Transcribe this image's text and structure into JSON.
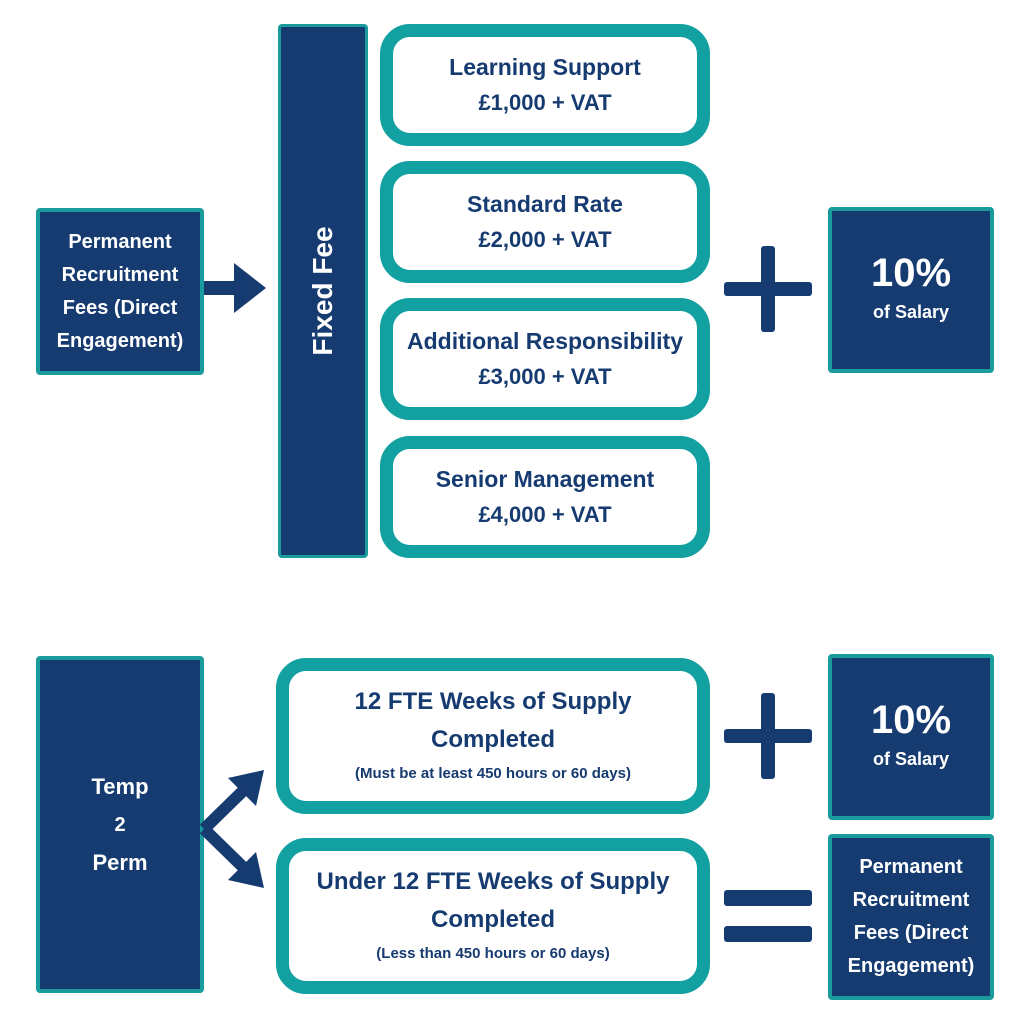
{
  "section_direct": {
    "source_box": {
      "lines": [
        "Permanent",
        "Recruitment",
        "Fees (Direct",
        "Engagement)"
      ]
    },
    "fixed_fee_label": "Fixed Fee",
    "tiers": [
      {
        "name": "Learning Support",
        "fee": "£1,000 + VAT"
      },
      {
        "name": "Standard Rate",
        "fee": "£2,000 + VAT"
      },
      {
        "name": "Additional Responsibility",
        "fee": "£3,000 + VAT"
      },
      {
        "name": "Senior Management",
        "fee": "£4,000 + VAT"
      }
    ],
    "percent_box": {
      "value": "10%",
      "label": "of Salary"
    }
  },
  "section_temp2perm": {
    "source_box": {
      "lines": [
        "Temp",
        "2",
        "Perm"
      ]
    },
    "options": [
      {
        "title_lines": [
          "12 FTE Weeks of Supply",
          "Completed"
        ],
        "note": "(Must be at least 450 hours or 60 days)"
      },
      {
        "title_lines": [
          "Under 12 FTE Weeks of Supply",
          "Completed"
        ],
        "note": "(Less than 450 hours or 60 days)"
      }
    ],
    "percent_box": {
      "value": "10%",
      "label": "of Salary"
    },
    "result_box": {
      "lines": [
        "Permanent",
        "Recruitment",
        "Fees (Direct",
        "Engagement)"
      ]
    }
  },
  "colors": {
    "navy": "#163b70",
    "teal": "#13a0a0"
  }
}
